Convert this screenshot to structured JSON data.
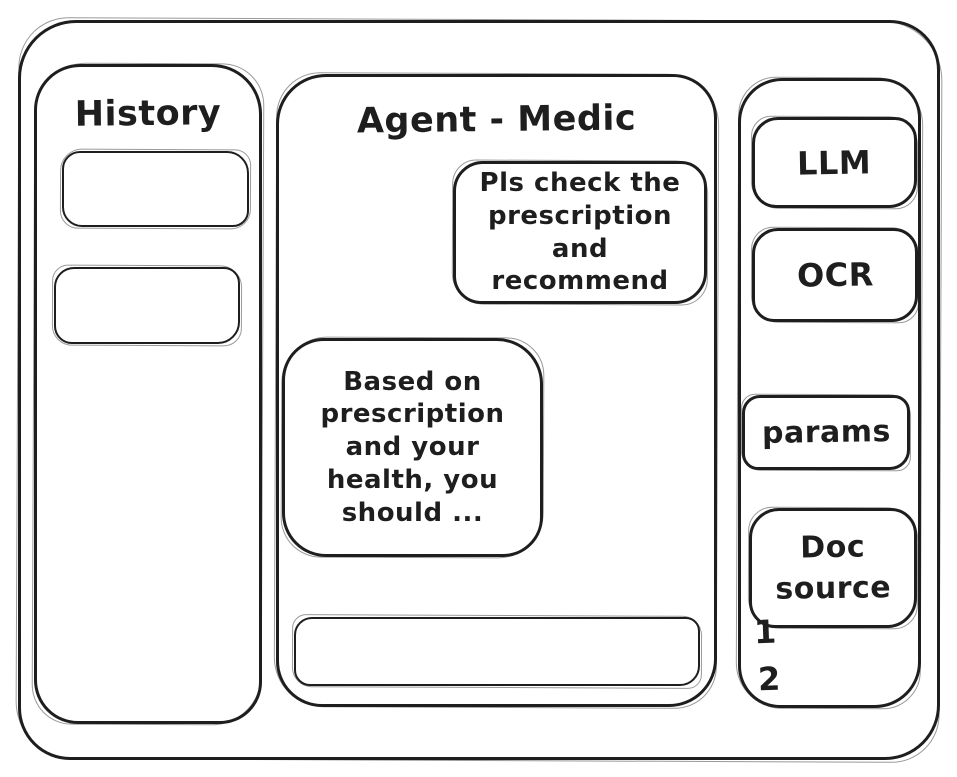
{
  "history_panel": {
    "title": "History",
    "items": [
      {
        "label": ""
      },
      {
        "label": ""
      }
    ]
  },
  "chat": {
    "title": "Agent - Medic",
    "messages": [
      {
        "role": "user",
        "text": "Pls check the prescription and recommend"
      },
      {
        "role": "assistant",
        "text": "Based on prescription and your health, you should ..."
      }
    ],
    "input": {
      "value": "",
      "placeholder": ""
    }
  },
  "tools_panel": {
    "buttons": [
      {
        "label": "LLM"
      },
      {
        "label": "OCR"
      },
      {
        "label": "params"
      },
      {
        "label": "Doc source"
      }
    ],
    "doc_source_items": [
      "1",
      "2"
    ]
  },
  "colors": {
    "ink": "#1e1e1e",
    "surface": "#ffffff"
  }
}
